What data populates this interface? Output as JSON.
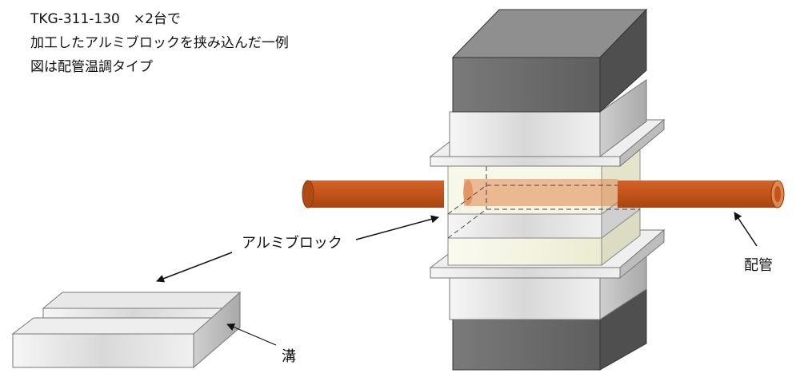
{
  "caption": {
    "line1": "TKG-311-130　×2台で",
    "line2": "加工したアルミブロックを挟み込んだ一例",
    "line3": "図は配管温調タイプ"
  },
  "labels": {
    "aluminum_block": "アルミブロック",
    "pipe": "配管",
    "groove": "溝"
  },
  "colors": {
    "pipe": "#c2531a",
    "pipe_highlight": "#e0874e",
    "dark_block_front": "#707070",
    "dark_block_top": "#909090",
    "dark_block_side": "#505050",
    "plate": "#e6e6e6",
    "aluminum_cream": "#f3f3dc",
    "arrow": "#111111"
  }
}
